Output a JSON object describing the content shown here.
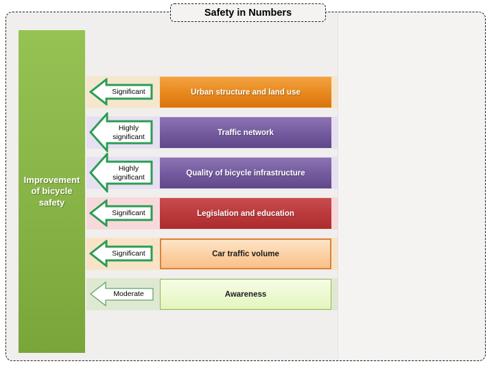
{
  "title": "Safety in Numbers",
  "left_axis": {
    "label": "Improvement of bicycle safety"
  },
  "colors": {
    "slide_background": "#f0efed",
    "dashed_border": "#1a1a1a",
    "green_bar_top": "#96c254",
    "green_bar_bottom": "#79a53a",
    "arrow_border_strong": "#2a9d52",
    "arrow_border_moderate": "#5da465"
  },
  "rows": [
    {
      "significance": "Significant",
      "factor": "Urban structure and land use",
      "band_color": "#f5e7cd",
      "bar_color_top": "#f3a344",
      "bar_color_bottom": "#d9740d",
      "text_color": "#ffffff",
      "arrow_style": "strong"
    },
    {
      "significance": "Highly significant",
      "factor": "Traffic network",
      "band_color": "#e7dff2",
      "bar_color_top": "#8d74b3",
      "bar_color_bottom": "#5f4889",
      "text_color": "#ffffff",
      "arrow_style": "strong"
    },
    {
      "significance": "Highly significant",
      "factor": "Quality of bicycle infrastructure",
      "band_color": "#e7dff2",
      "bar_color_top": "#8d74b3",
      "bar_color_bottom": "#5f4889",
      "text_color": "#ffffff",
      "arrow_style": "strong"
    },
    {
      "significance": "Significant",
      "factor": "Legislation and education",
      "band_color": "#f8d9db",
      "bar_color_top": "#c74d4f",
      "bar_color_bottom": "#ab2c2e",
      "text_color": "#ffffff",
      "arrow_style": "strong"
    },
    {
      "significance": "Significant",
      "factor": "Car traffic volume",
      "band_color": "#f9e3c6",
      "bar_color_top": "#fde4c8",
      "bar_color_bottom": "#f9c089",
      "bar_border_color": "#d9823c",
      "text_color": "#1a1a1a",
      "arrow_style": "strong"
    },
    {
      "significance": "Moderate",
      "factor": "Awareness",
      "band_color": "#dfe9d2",
      "bar_color_top": "#f5fce4",
      "bar_color_bottom": "#e3f6bd",
      "bar_border_color": "#94b35c",
      "text_color": "#1a1a1a",
      "arrow_style": "moderate"
    }
  ]
}
